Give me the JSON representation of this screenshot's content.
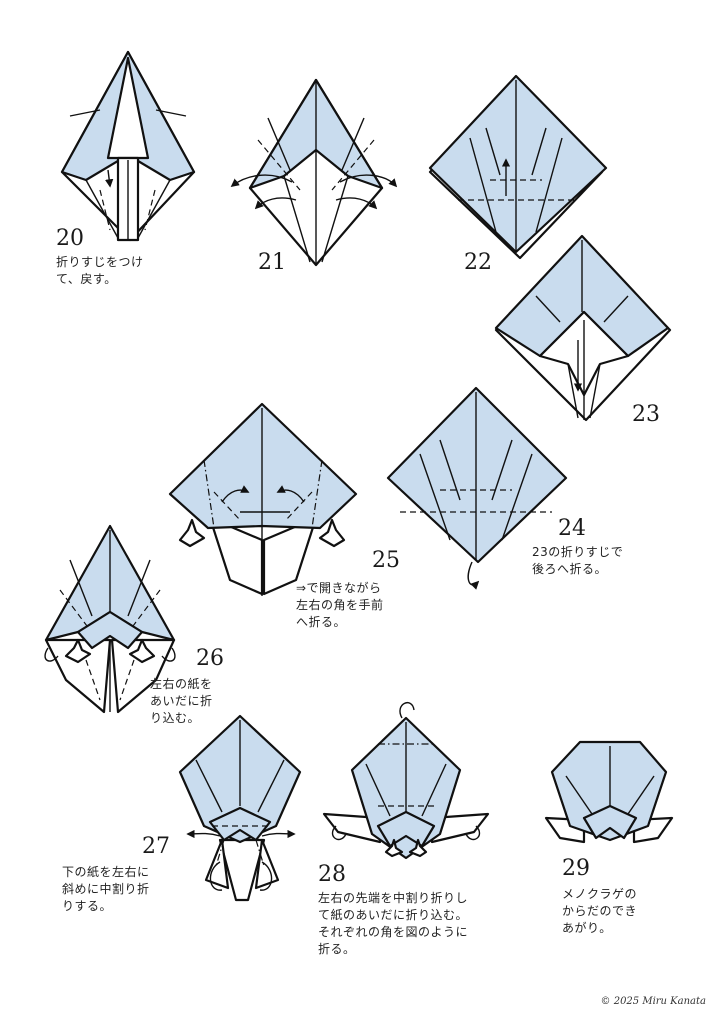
{
  "steps": [
    {
      "number": "20",
      "caption": "折りすじをつけ\nて、戻す。"
    },
    {
      "number": "21",
      "caption": ""
    },
    {
      "number": "22",
      "caption": ""
    },
    {
      "number": "23",
      "caption": ""
    },
    {
      "number": "24",
      "caption": "23の折りすじで\n後ろへ折る。"
    },
    {
      "number": "25",
      "caption": "⇒で開きながら\n左右の角を手前\nへ折る。"
    },
    {
      "number": "26",
      "caption": "左右の紙を\nあいだに折\nり込む。"
    },
    {
      "number": "27",
      "caption": "下の紙を左右に\n斜めに中割り折\nりする。"
    },
    {
      "number": "28",
      "caption": "左右の先端を中割り折りし\nて紙のあいだに折り込む。\nそれぞれの角を図のように\n折る。"
    },
    {
      "number": "29",
      "caption": "メノクラゲの\nからだのでき\nあがり。"
    }
  ],
  "copyright": "© 2025 Miru Kanata",
  "colors": {
    "paper_blue": "#c9dcee",
    "paper_white": "#ffffff",
    "line": "#111111"
  }
}
